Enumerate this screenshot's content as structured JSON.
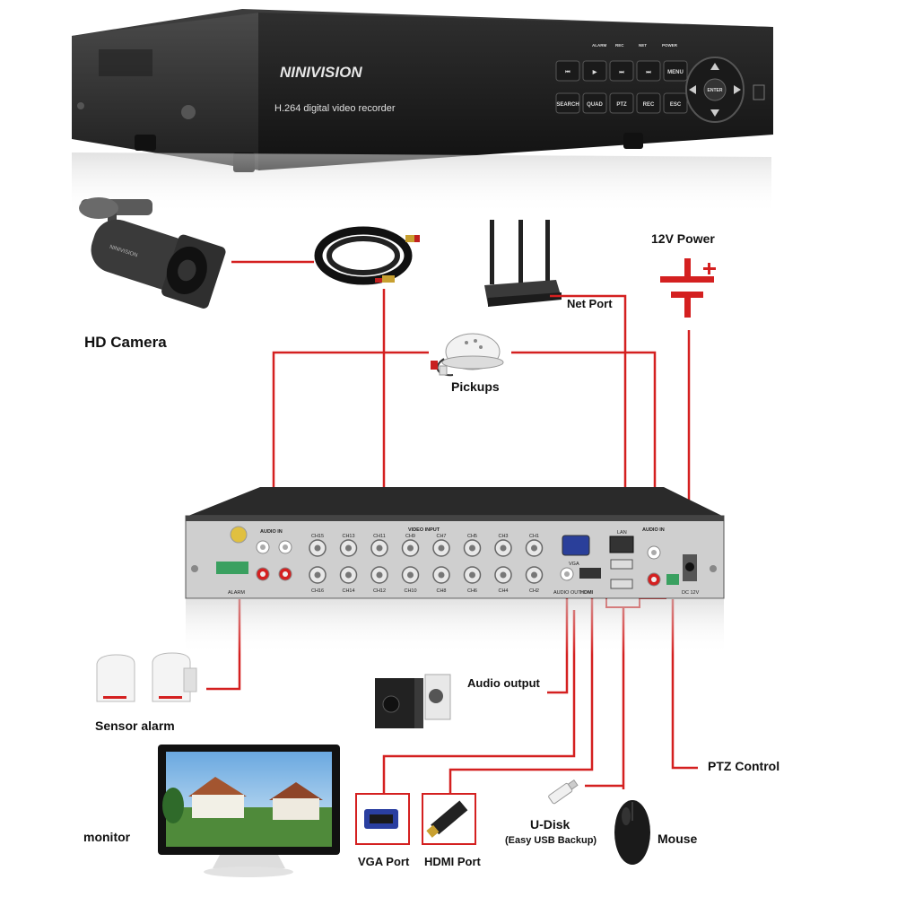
{
  "dvr": {
    "brand": "NINIVISION",
    "subtitle": "H.264 digital video recorder",
    "buttons_row1": [
      "⏮",
      "▶",
      "⏭",
      "⏭",
      "MENU"
    ],
    "buttons_row2": [
      "SEARCH",
      "QUAD",
      "PTZ",
      "REC",
      "ESC"
    ],
    "status_leds": [
      "ALARM",
      "REC",
      "NET",
      "POWER"
    ],
    "nav_center": "ENTER"
  },
  "rear_panel": {
    "audio_in_left": "AUDIO IN",
    "video_input": "VIDEO INPUT",
    "audio_in_right": "AUDIO IN",
    "channels_top": [
      "CH15",
      "CH13",
      "CH11",
      "CH9",
      "CH7",
      "CH5",
      "CH3",
      "CH1"
    ],
    "channels_bottom": [
      "CH16",
      "CH14",
      "CH12",
      "CH10",
      "CH8",
      "CH6",
      "CH4",
      "CH2"
    ],
    "vga": "VGA",
    "audio_out": "AUDIO OUT",
    "hdmi": "HDMI",
    "lan": "LAN",
    "dc": "DC 12V",
    "alarm": "ALARM"
  },
  "labels": {
    "hd_camera": "HD Camera",
    "power": "12V Power",
    "net_port": "Net Port",
    "pickups": "Pickups",
    "sensor_alarm": "Sensor alarm",
    "audio_output": "Audio output",
    "ptz_control": "PTZ Control",
    "monitor": "monitor",
    "vga_port": "VGA Port",
    "hdmi_port": "HDMI Port",
    "u_disk": "U-Disk",
    "u_disk_sub": "(Easy USB Backup)",
    "mouse": "Mouse"
  },
  "colors": {
    "wire": "#d42020",
    "device": "#2a2a2a",
    "device_light": "#4a4a4a"
  }
}
